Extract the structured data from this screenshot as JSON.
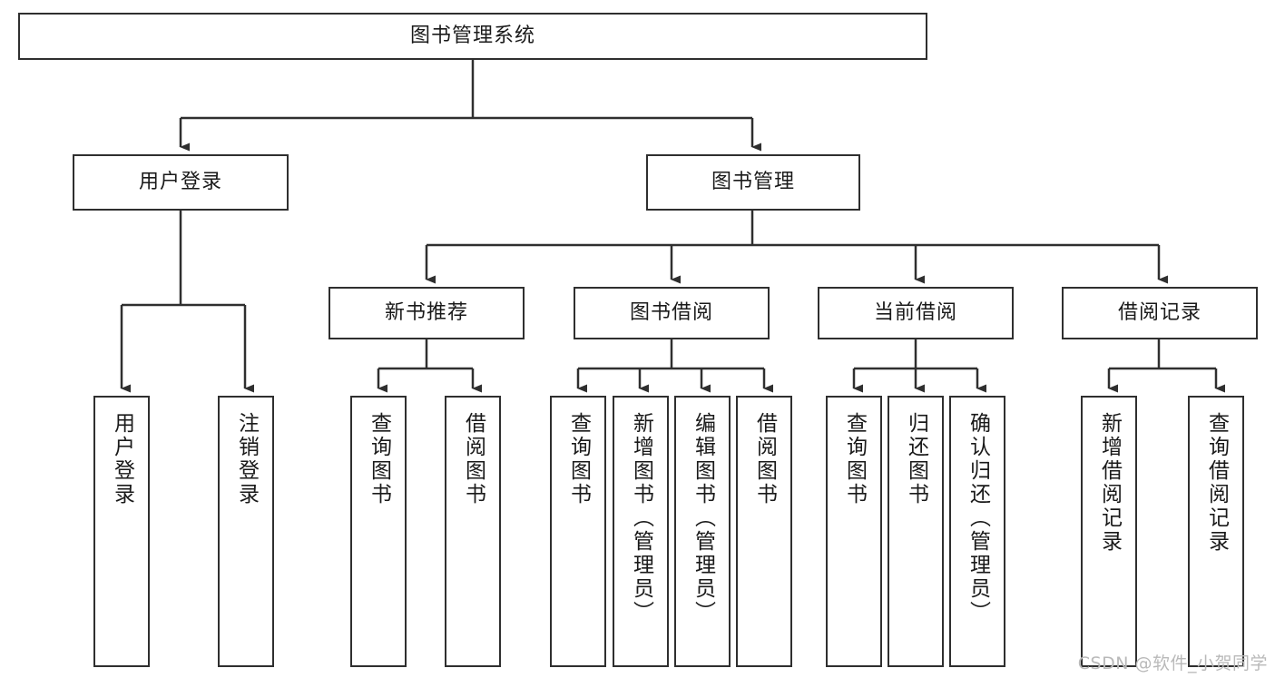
{
  "diagram": {
    "title": "图书管理系统",
    "type": "tree-hierarchy",
    "root": {
      "label": "图书管理系统"
    },
    "level2": [
      {
        "label": "用户登录"
      },
      {
        "label": "图书管理"
      }
    ],
    "level3": [
      {
        "label": "新书推荐"
      },
      {
        "label": "图书借阅"
      },
      {
        "label": "当前借阅"
      },
      {
        "label": "借阅记录"
      }
    ],
    "leaves": {
      "user_login": [
        {
          "label": "用户登录"
        },
        {
          "label": "注销登录"
        }
      ],
      "new_book_recommend": [
        {
          "label": "查询图书"
        },
        {
          "label": "借阅图书"
        }
      ],
      "book_borrow": [
        {
          "label": "查询图书"
        },
        {
          "label": "新增图书（管理员）"
        },
        {
          "label": "编辑图书（管理员）"
        },
        {
          "label": "借阅图书"
        }
      ],
      "current_borrow": [
        {
          "label": "查询图书"
        },
        {
          "label": "归还图书"
        },
        {
          "label": "确认归还（管理员）"
        }
      ],
      "borrow_record": [
        {
          "label": "新增借阅记录"
        },
        {
          "label": "查询借阅记录"
        }
      ]
    }
  },
  "watermark": {
    "text": "CSDN @软件_小贺同学"
  },
  "colors": {
    "stroke": "#2f2f2f",
    "background": "#ffffff",
    "text": "#1a1a1a",
    "watermark": "#b9b9b9"
  }
}
